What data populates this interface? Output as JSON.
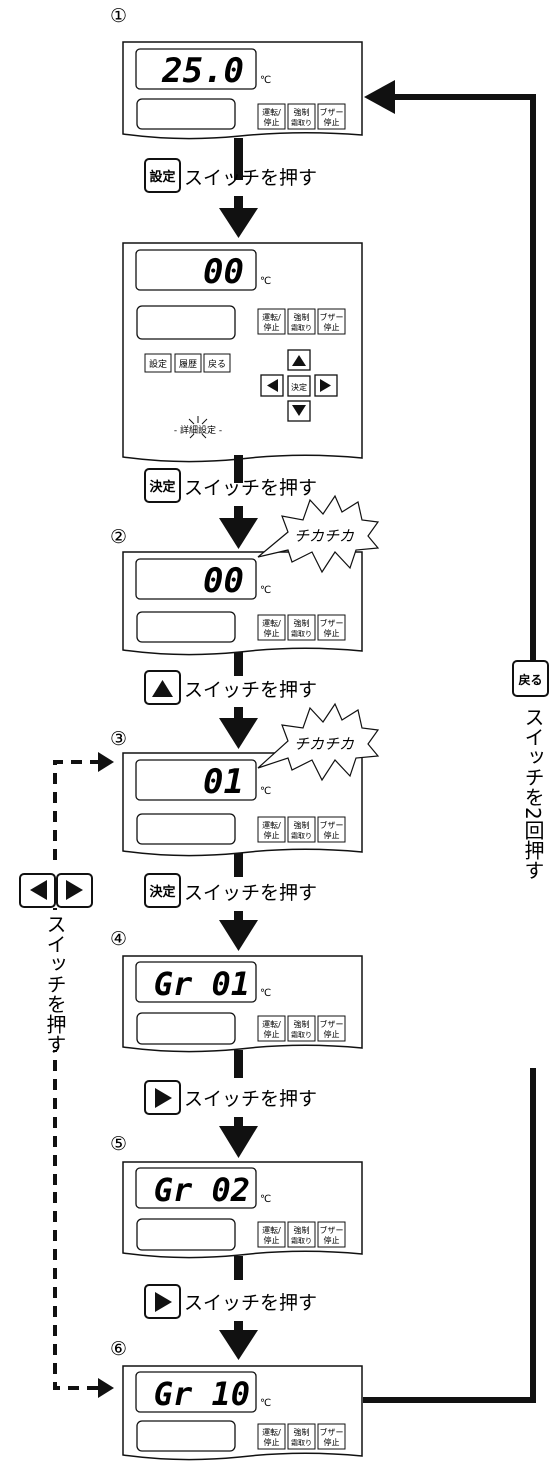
{
  "labels": {
    "unit": "℃",
    "btn_unten": [
      "運転/",
      "停止"
    ],
    "btn_kyosei": [
      "強制",
      "霜取り"
    ],
    "btn_buzzer": [
      "ブザー",
      "停止"
    ],
    "btn_settei": "設定",
    "btn_rireki": "履歴",
    "btn_modoru": "戻る",
    "btn_kettei": "決定",
    "shosai": "- 詳細設定 -",
    "chika": "チカチカ",
    "push_switch": "スイッチを押す",
    "return_side": "スイッチを2回押す",
    "left_side": "スイッチを押す"
  },
  "steps": [
    {
      "num": "①",
      "display": "25.0"
    },
    {
      "num": "",
      "display": "00"
    },
    {
      "num": "②",
      "display": "00"
    },
    {
      "num": "③",
      "display": "01"
    },
    {
      "num": "④",
      "display": "Gr 01"
    },
    {
      "num": "⑤",
      "display": "Gr 02"
    },
    {
      "num": "⑥",
      "display": "Gr 10"
    }
  ],
  "instructions": [
    {
      "key": "設定"
    },
    {
      "key": "決定"
    },
    {
      "key": "▲"
    },
    {
      "key": "決定"
    },
    {
      "key": "▶"
    },
    {
      "key": "▶"
    }
  ],
  "side": {
    "right_key": "戻る",
    "left_keys": [
      "◀",
      "▶"
    ]
  }
}
